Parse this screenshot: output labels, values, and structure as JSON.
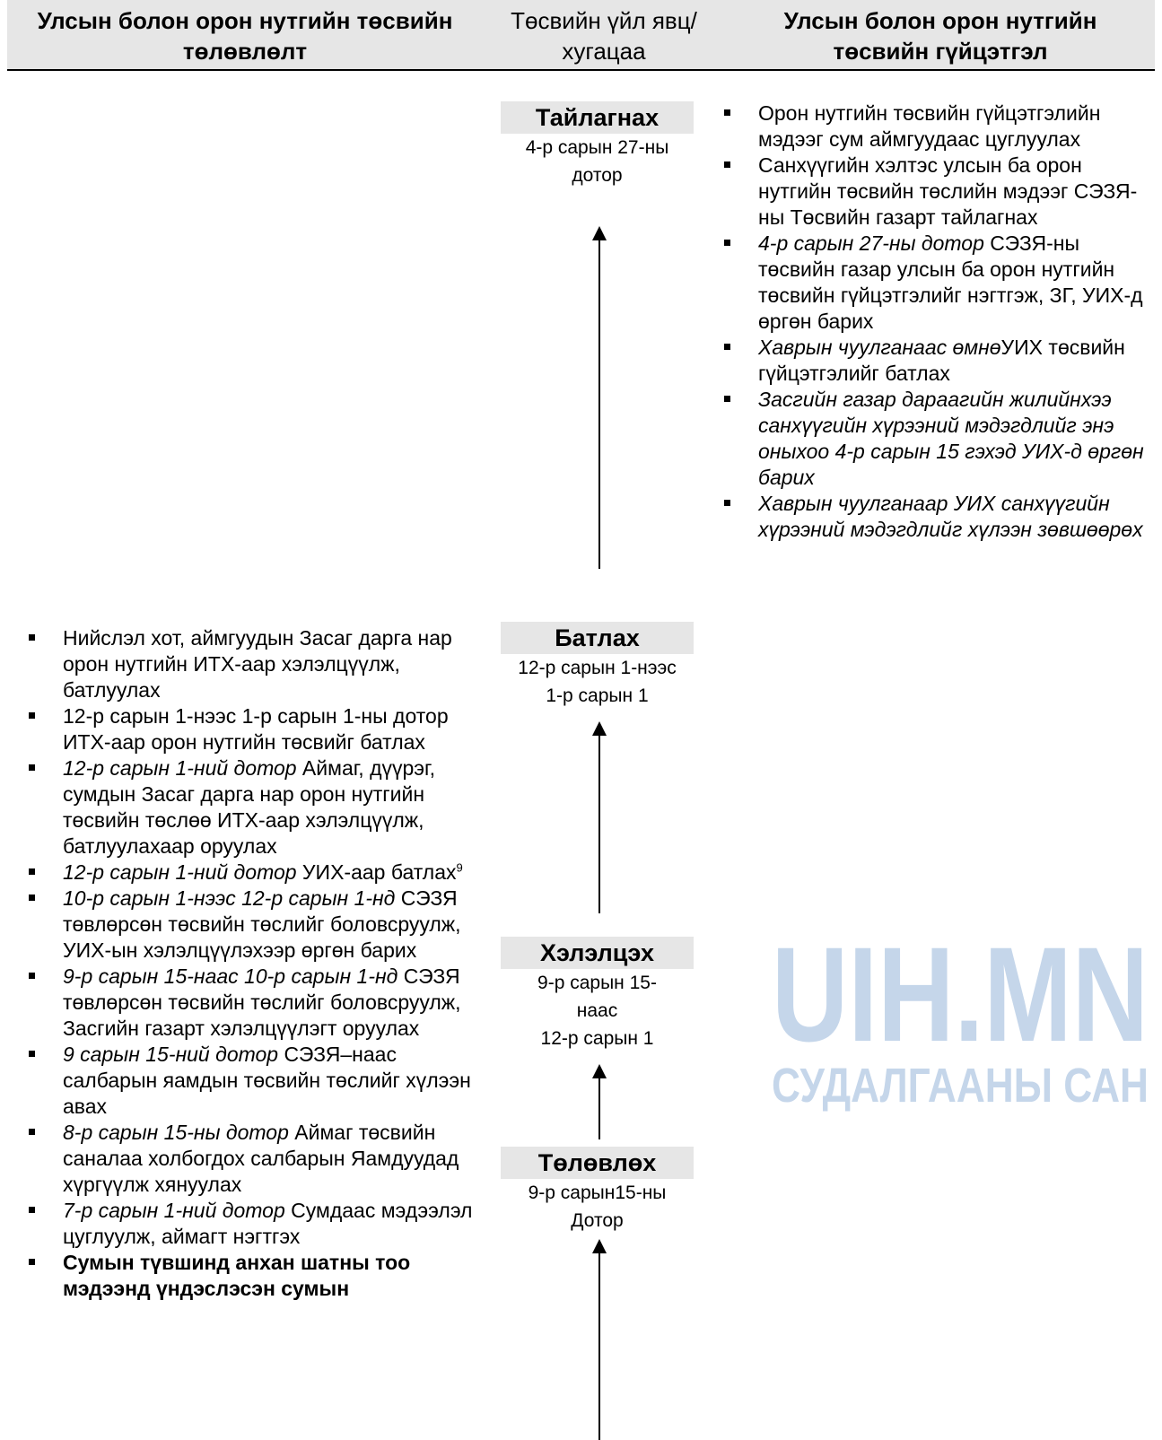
{
  "header": {
    "left": "Улсын болон орон нутгийн төсвийн төлөвлөлт",
    "middle": "Төсвийн үйл явц/ хугацаа",
    "right": "Улсын болон орон нутгийн төсвийн гүйцэтгэл"
  },
  "stages": [
    {
      "title": "Тайлагнах",
      "sub": "4-р сарын 27-ны\nдотор"
    },
    {
      "title": "Батлах",
      "sub": "12-р сарын 1-нээс\n1-р сарын 1"
    },
    {
      "title": "Хэлэлцэх",
      "sub": "9-р сарын 15-\nнаас\n12-р сарын 1"
    },
    {
      "title": "Төлөвлөх",
      "sub": "9-р сарын15-ны\nДотор"
    }
  ],
  "right_items": [
    {
      "italic": "",
      "text": "Орон нутгийн төсвийн гүйцэтгэлийн мэдээг сум аймгуудаас цуглуулах"
    },
    {
      "italic": "",
      "text": "Санхүүгийн хэлтэс улсын ба орон нутгийн төсвийн төслийн мэдээг СЭЗЯ-ны Төсвийн газарт тайлагнах"
    },
    {
      "italic": "4-р сарын 27-ны дотор",
      "text": " СЭЗЯ-ны төсвийн газар улсын ба орон нутгийн  төсвийн гүйцэтгэлийг нэгтгэж, ЗГ, УИХ-д өргөн барих"
    },
    {
      "italic": "Хаврын чуулганаас өмнө",
      "text": "УИХ төсвийн гүйцэтгэлийг батлах"
    },
    {
      "italic": "Засгийн газар дараагийн жилийнхээ санхүүгийн хүрээний мэдэгдлийг энэ оныхоо 4-р сарын 15 гэхэд УИХ-д өргөн барих",
      "text": ""
    },
    {
      "italic": "Хаврын чуулганаар УИХ санхүүгийн хүрээний мэдэгдлийг хүлээн зөвшөөрөх",
      "text": ""
    }
  ],
  "left_items": [
    {
      "italic": "",
      "text": "Нийслэл хот, аймгуудын Засаг дарга нар орон нутгийн ИТХ-аар хэлэлцүүлж, батлуулах",
      "sup": ""
    },
    {
      "italic": "",
      "text": "12-р сарын 1-нээс 1-р сарын 1-ны дотор ИТХ-аар орон нутгийн төсвийг батлах",
      "sup": ""
    },
    {
      "italic": "12-р сарын 1-ний дотор",
      "text": "  Аймаг, дүүрэг, сумдын Засаг дарга нар орон нутгийн төсвийн төслөө ИТХ-аар хэлэлцүүлж, батлуулахаар оруулах",
      "sup": ""
    },
    {
      "italic": "12-р сарын 1-ний дотор",
      "text": " УИХ-аар батлах",
      "sup": "9"
    },
    {
      "italic": "10-р сарын 1-нээс 12-р сарын 1-нд",
      "text": " СЭЗЯ төвлөрсөн төсвийн төслийг боловсруулж, УИХ-ын хэлэлцүүлэхээр өргөн барих",
      "sup": ""
    },
    {
      "italic": "9-р сарын 15-наас 10-р сарын 1-нд",
      "text": " СЭЗЯ төвлөрсөн төсвийн төслийг боловсруулж, Засгийн газарт хэлэлцүүлэгт оруулах",
      "sup": ""
    },
    {
      "italic": "9 сарын 15-ний дотор",
      "text": " СЭЗЯ–наас салбарын яамдын төсвийн төслийг хүлээн авах",
      "sup": ""
    },
    {
      "italic": "8-р сарын 15-ны дотор",
      "text": " Аймаг төсвийн саналаа холбогдох салбарын Яамдуудад хүргүүлж хянуулах",
      "sup": ""
    },
    {
      "italic": "7-р сарын 1-ний дотор",
      "text": " Сумдаас мэдээлэл цуглуулж, аймагт нэгтгэх",
      "sup": ""
    }
  ],
  "left_last_bold": "Сумын түвшинд анхан шатны тоо мэдээнд үндэслэсэн  сумын",
  "watermark": {
    "line1": "UIH.MN",
    "line2": "СУДАЛГААНЫ САН",
    "color": "#c5d6ea"
  }
}
